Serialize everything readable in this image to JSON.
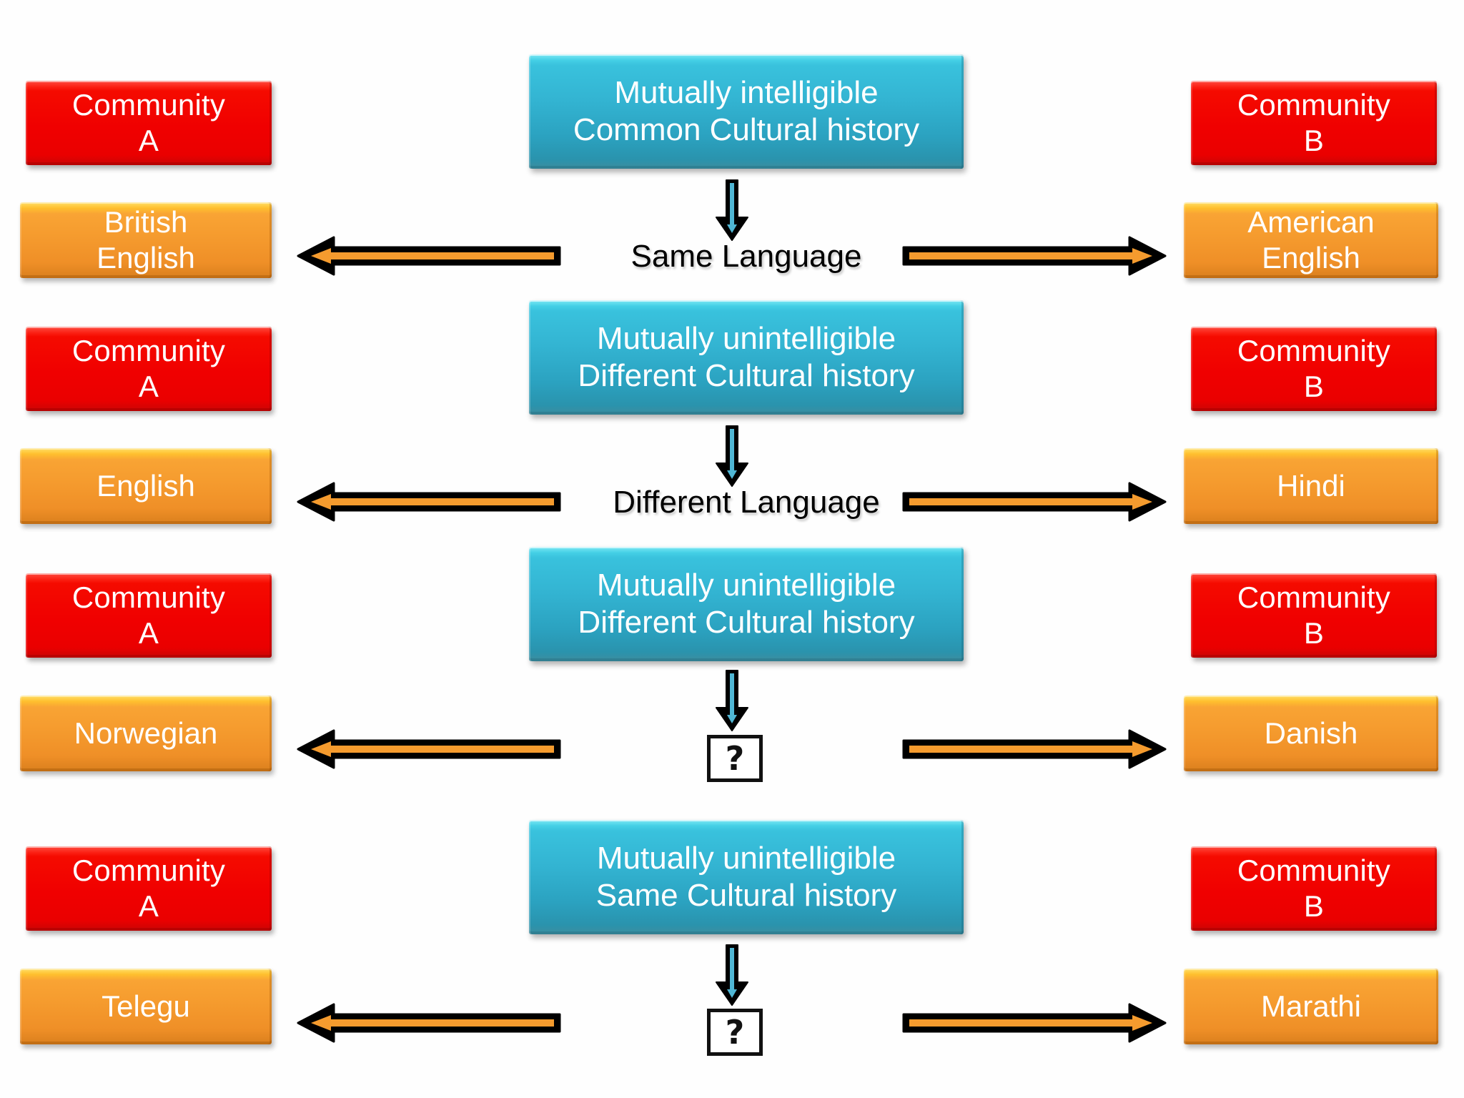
{
  "diagram": {
    "title_text_color": "#ffffff",
    "colors": {
      "community_box": "#F50B00",
      "language_box": "#F59B2E",
      "condition_box": "#33B4D2",
      "arrow_outline": "#000000",
      "arrow_fill": "#F59B2E",
      "down_arrow_fill": "#4FB6D4",
      "background": "#FFFFFF",
      "caption_text": "#000000"
    },
    "rows": [
      {
        "id": "row-1",
        "condition": {
          "line1": "Mutually intelligible",
          "line2": "Common Cultural history"
        },
        "left_community": {
          "line1": "Community",
          "line2": "A"
        },
        "right_community": {
          "line1": "Community",
          "line2": "B"
        },
        "connector": {
          "type": "down-arrow",
          "name": "down-arrow-icon"
        },
        "outcome": {
          "type": "text",
          "label": "Same Language"
        },
        "left_language": {
          "line1": "British",
          "line2": "English"
        },
        "right_language": {
          "line1": "American",
          "line2": "English"
        },
        "left_arrow": {
          "name": "left-arrow-icon",
          "direction": "left"
        },
        "right_arrow": {
          "name": "right-arrow-icon",
          "direction": "right"
        }
      },
      {
        "id": "row-2",
        "condition": {
          "line1": "Mutually unintelligible",
          "line2": "Different Cultural history"
        },
        "left_community": {
          "line1": "Community",
          "line2": "A"
        },
        "right_community": {
          "line1": "Community",
          "line2": "B"
        },
        "connector": {
          "type": "down-arrow",
          "name": "down-arrow-icon"
        },
        "outcome": {
          "type": "text",
          "label": "Different Language"
        },
        "left_language": {
          "line1": "English",
          "line2": ""
        },
        "right_language": {
          "line1": "Hindi",
          "line2": ""
        },
        "left_arrow": {
          "name": "left-arrow-icon",
          "direction": "left"
        },
        "right_arrow": {
          "name": "right-arrow-icon",
          "direction": "right"
        }
      },
      {
        "id": "row-3",
        "condition": {
          "line1": "Mutually unintelligible",
          "line2": "Different Cultural history"
        },
        "left_community": {
          "line1": "Community",
          "line2": "A"
        },
        "right_community": {
          "line1": "Community",
          "line2": "B"
        },
        "connector": {
          "type": "down-arrow",
          "name": "down-arrow-icon"
        },
        "outcome": {
          "type": "question-box",
          "label": "?"
        },
        "left_language": {
          "line1": "Norwegian",
          "line2": ""
        },
        "right_language": {
          "line1": "Danish",
          "line2": ""
        },
        "left_arrow": {
          "name": "left-arrow-icon",
          "direction": "left"
        },
        "right_arrow": {
          "name": "right-arrow-icon",
          "direction": "right"
        }
      },
      {
        "id": "row-4",
        "condition": {
          "line1": "Mutually unintelligible",
          "line2": "Same Cultural history"
        },
        "left_community": {
          "line1": "Community",
          "line2": "A"
        },
        "right_community": {
          "line1": "Community",
          "line2": "B"
        },
        "connector": {
          "type": "down-arrow",
          "name": "down-arrow-icon"
        },
        "outcome": {
          "type": "question-box",
          "label": "?"
        },
        "left_language": {
          "line1": "Telegu",
          "line2": ""
        },
        "right_language": {
          "line1": "Marathi",
          "line2": ""
        },
        "left_arrow": {
          "name": "left-arrow-icon",
          "direction": "left"
        },
        "right_arrow": {
          "name": "right-arrow-icon",
          "direction": "right"
        }
      }
    ]
  }
}
